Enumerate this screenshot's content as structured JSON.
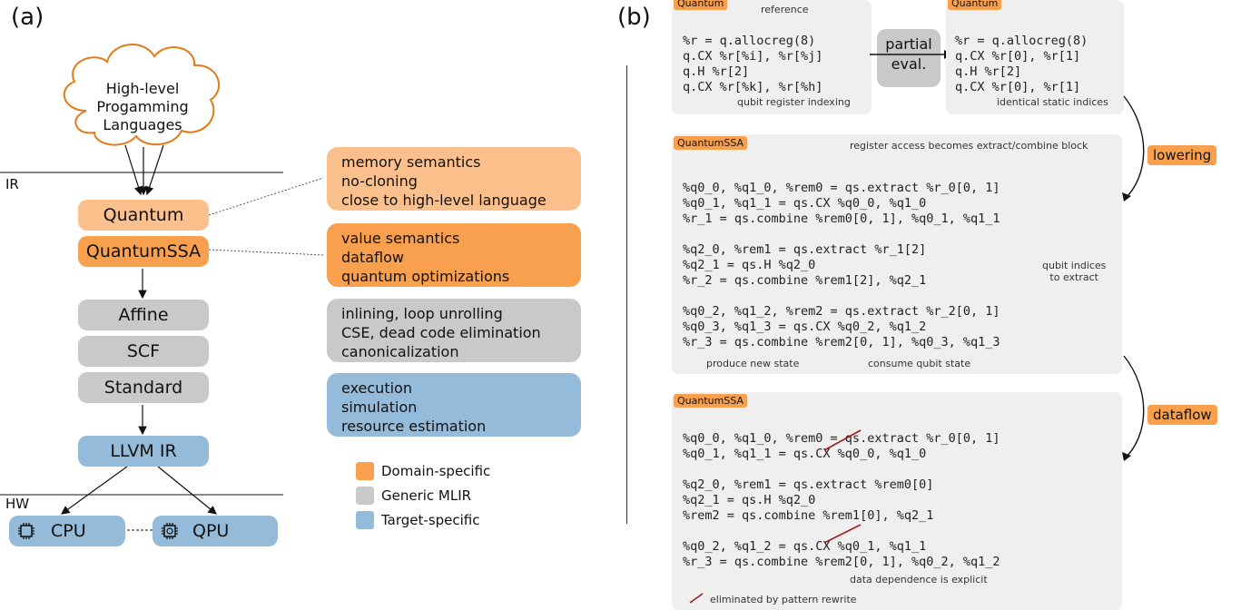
{
  "panel_a": {
    "label": "(a)",
    "cloud_text": [
      "High-level",
      "Progamming",
      "Languages"
    ],
    "ir_label": "IR",
    "hw_label": "HW",
    "nodes": {
      "quantum": "Quantum",
      "quantumssa": "QuantumSSA",
      "affine": "Affine",
      "scf": "SCF",
      "standard": "Standard",
      "llvm": "LLVM IR",
      "cpu": "CPU",
      "qpu": "QPU"
    },
    "info_boxes": [
      {
        "lines": [
          "memory semantics",
          "no-cloning",
          "close to high-level language"
        ],
        "color": "#fcc08c"
      },
      {
        "lines": [
          "value semantics",
          "dataflow",
          "quantum optimizations"
        ],
        "color": "#f9a04e"
      },
      {
        "lines": [
          "inlining, loop unrolling",
          "CSE, dead code elimination",
          "canonicalization"
        ],
        "color": "#c9c9c9"
      },
      {
        "lines": [
          "execution",
          "simulation",
          "resource estimation"
        ],
        "color": "#94bbd9"
      }
    ],
    "legend": [
      {
        "label": "Domain-specific",
        "color": "#f9a04e"
      },
      {
        "label": "Generic MLIR",
        "color": "#c9c9c9"
      },
      {
        "label": "Target-specific",
        "color": "#94bbd9"
      }
    ]
  },
  "panel_b": {
    "label": "(b)",
    "top_left": {
      "tag": "Quantum",
      "note_top": "reference",
      "lines": [
        "%r = q.allocreg(8)",
        "q.CX %r[%i], %r[%j]",
        "q.H %r[2]",
        "q.CX %r[%k], %r[%h]"
      ],
      "caption": "qubit register indexing"
    },
    "partial_eval": [
      "partial",
      "eval."
    ],
    "top_right": {
      "tag": "Quantum",
      "lines": [
        "%r = q.allocreg(8)",
        "q.CX %r[0], %r[1]",
        "q.H %r[2]",
        "q.CX %r[0], %r[1]"
      ],
      "caption": "identical static indices"
    },
    "lowering": "lowering",
    "middle": {
      "tag": "QuantumSSA",
      "header_note": "register access becomes extract/combine block",
      "lines": [
        "%q0_0, %q1_0, %rem0 = qs.extract %r_0[0, 1]",
        "%q0_1, %q1_1 = qs.CX %q0_0, %q1_0",
        "%r_1 = qs.combine %rem0[0, 1], %q0_1, %q1_1",
        "",
        "%q2_0, %rem1 = qs.extract %r_1[2]",
        "%q2_1 = qs.H %q2_0",
        "%r_2 = qs.combine %rem1[2], %q2_1",
        "",
        "%q0_2, %q1_2, %rem2 = qs.extract %r_2[0, 1]",
        "%q0_3, %q1_3 = qs.CX %q0_2, %q1_2",
        "%r_3 = qs.combine %rem2[0, 1], %q0_3, %q1_3"
      ],
      "note_indices": [
        "qubit indices",
        "to extract"
      ],
      "note_produce": "produce new state",
      "note_consume": "consume qubit state"
    },
    "dataflow": "dataflow",
    "bottom": {
      "tag": "QuantumSSA",
      "lines": [
        "%q0_0, %q1_0, %rem0 = qs.extract %r_0[0, 1]",
        "%q0_1, %q1_1 = qs.CX %q0_0, %q1_0",
        "",
        "%q2_0, %rem1 = qs.extract %rem0[0]",
        "%q2_1 = qs.H %q2_0",
        "%rem2 = qs.combine %rem1[0], %q2_1",
        "",
        "%q0_2, %q1_2 = qs.CX %q0_1, %q1_1",
        "%r_3 = qs.combine %rem2[0, 1], %q0_2, %q1_2"
      ],
      "note_dependence": "data dependence is explicit",
      "legend_eliminated": "eliminated by pattern rewrite"
    }
  }
}
